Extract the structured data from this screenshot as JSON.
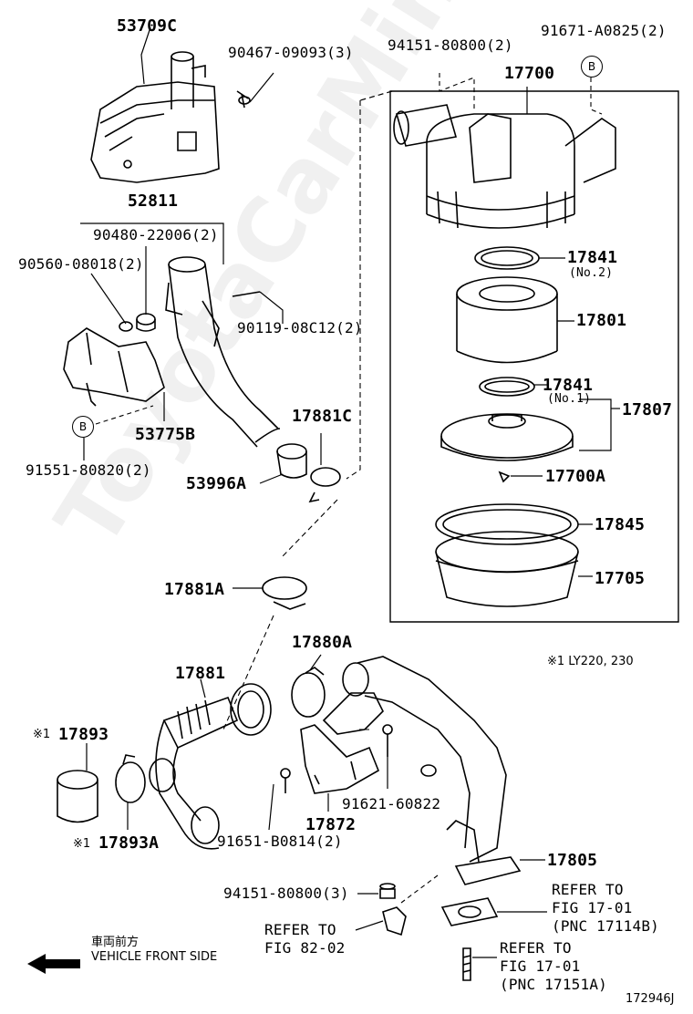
{
  "watermark": "ToyotaCarMine.ru",
  "figure_id": "172946J",
  "footnote": "※1 LY220, 230",
  "direction": {
    "jp": "車両前方",
    "en": "VEHICLE FRONT SIDE"
  },
  "badge_letter": "B",
  "parts": {
    "p53709C": "53709C",
    "p90467": "90467-09093(3)",
    "p94151a": "94151-80800(2)",
    "p91671": "91671-A0825(2)",
    "p17700": "17700",
    "p52811": "52811",
    "p90480": "90480-22006(2)",
    "p90560": "90560-08018(2)",
    "p90119": "90119-08C12(2)",
    "p17841a": "17841",
    "p17841a_sub": "(No.2)",
    "p17801": "17801",
    "p17841b": "17841",
    "p17841b_sub": "(No.1)",
    "p17807": "17807",
    "p53775B": "53775B",
    "p91551": "91551-80820(2)",
    "p17881C": "17881C",
    "p53996A": "53996A",
    "p17700A": "17700A",
    "p17845": "17845",
    "p17881A": "17881A",
    "p17705": "17705",
    "p17880A": "17880A",
    "p17881": "17881",
    "p17893": "17893",
    "p17893_mark": "※1",
    "p91621": "91621-60822",
    "p17872": "17872",
    "p17893A": "17893A",
    "p17893A_mark": "※1",
    "p91651": "91651-B0814(2)",
    "p17805": "17805",
    "p94151b": "94151-80800(3)"
  },
  "refers": {
    "r1_l1": "REFER TO",
    "r1_l2": "FIG 17-01",
    "r1_l3": "(PNC 17114B)",
    "r2_l1": "REFER TO",
    "r2_l2": "FIG 82-02",
    "r3_l1": "REFER TO",
    "r3_l2": "FIG 17-01",
    "r3_l3": "(PNC 17151A)"
  }
}
